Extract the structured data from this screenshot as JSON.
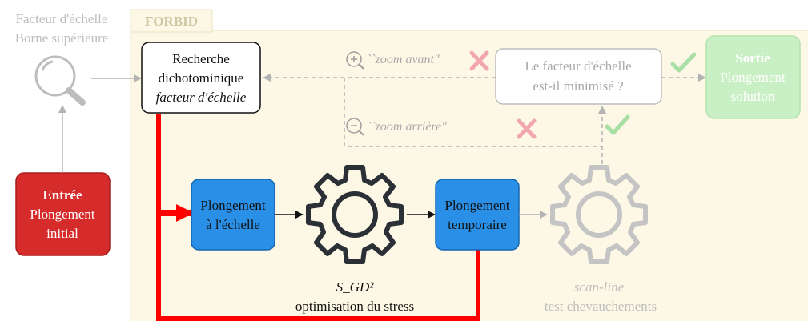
{
  "top_left": {
    "line1": "Facteur d'échelle",
    "line2": "Borne supérieure"
  },
  "region_label": "FORBID",
  "entree": {
    "title": "Entrée",
    "line1": "Plongement",
    "line2": "initial"
  },
  "recherche": {
    "line1": "Recherche",
    "line2": "dichotominique",
    "line3": "facteur d'échelle"
  },
  "zoom_avant_label": "``zoom avant\"",
  "zoom_arriere_label": "``zoom arrière\"",
  "question": {
    "line1": "Le facteur d'échelle",
    "line2": "est-il minimisé ?"
  },
  "sortie": {
    "title": "Sortie",
    "line1": "Plongement",
    "line2": "solution"
  },
  "plongement_echelle": {
    "line1": "Plongement",
    "line2": "à l'échelle"
  },
  "plongement_temporaire": {
    "line1": "Plongement",
    "line2": "temporaire"
  },
  "sgd": {
    "line1": "S_GD²",
    "line2": "optimisation du stress"
  },
  "scanline": {
    "line1": "scan-line",
    "line2": "test chevauchements"
  },
  "colors": {
    "region_fill": "#fdf8e6",
    "region_label": "#cfc7a3",
    "entree_fill": "#d62b2b",
    "blue_box": "#2a8fe6",
    "sortie_fill": "#c9efc4",
    "red_path": "#ff0000",
    "cross": "#f2a6b0",
    "check": "#a9dfa4",
    "faded": "#b9b9b9"
  }
}
